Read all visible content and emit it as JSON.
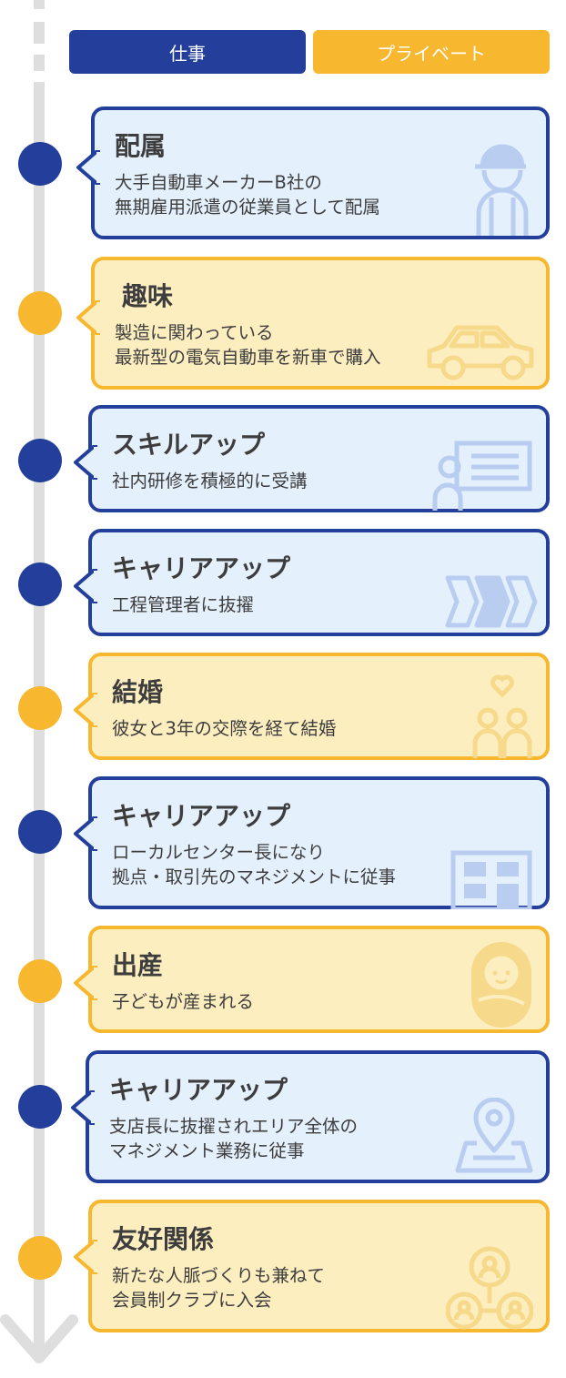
{
  "legend": {
    "work": "仕事",
    "private": "プライベート"
  },
  "colors": {
    "work": "#243f9b",
    "private": "#f7b72f",
    "work_bg": "#e4f0fc",
    "private_bg": "#fdeec0",
    "line": "#dedede"
  },
  "events": [
    {
      "category": "work",
      "title": "配属",
      "description": "大手自動車メーカーB社の\n無期雇用派遣の従業員として配属",
      "icon": "worker-cap-icon"
    },
    {
      "category": "private",
      "title": "趣味",
      "description": "製造に関わっている\n最新型の電気自動車を新車で購入",
      "icon": "car-icon"
    },
    {
      "category": "work",
      "title": "スキルアップ",
      "description": "社内研修を積極的に受講",
      "icon": "training-board-icon"
    },
    {
      "category": "work",
      "title": "キャリアアップ",
      "description": "工程管理者に抜擢",
      "icon": "process-arrows-icon"
    },
    {
      "category": "private",
      "title": "結婚",
      "description": "彼女と3年の交際を経て結婚",
      "icon": "couple-heart-icon"
    },
    {
      "category": "work",
      "title": "キャリアアップ",
      "description": "ローカルセンター長になり\n拠点・取引先のマネジメントに従事",
      "icon": "building-icon"
    },
    {
      "category": "private",
      "title": "出産",
      "description": "子どもが産まれる",
      "icon": "baby-icon"
    },
    {
      "category": "work",
      "title": "キャリアアップ",
      "description": "支店長に抜擢されエリア全体の\nマネジメント業務に従事",
      "icon": "map-pin-icon"
    },
    {
      "category": "private",
      "title": "友好関係",
      "description": "新たな人脈づくりも兼ねて\n会員制クラブに入会",
      "icon": "network-people-icon"
    }
  ]
}
